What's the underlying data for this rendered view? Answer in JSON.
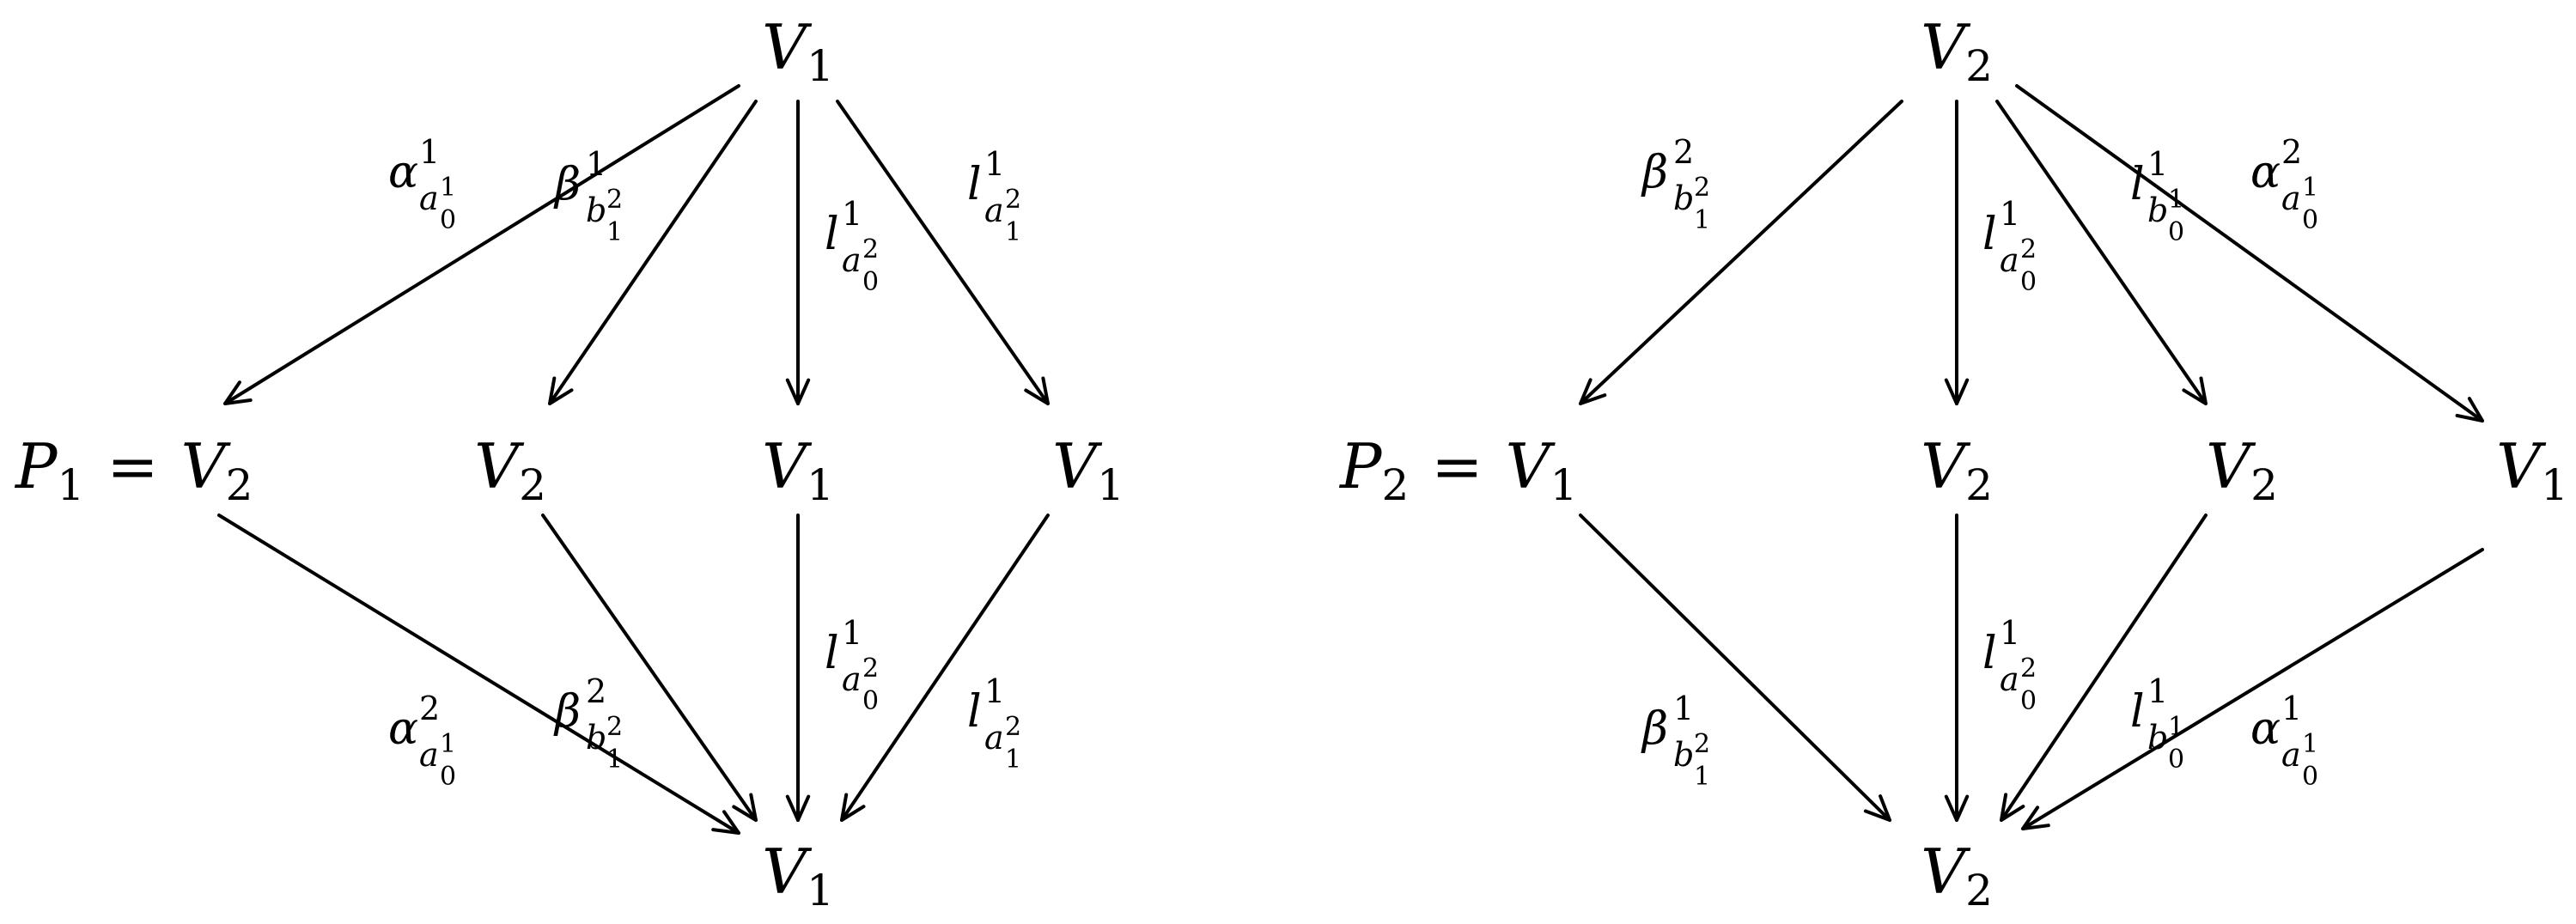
{
  "diagrams": [
    {
      "prefix": "P",
      "prefix_sub": "1",
      "top": {
        "letter": "V",
        "sub": "1"
      },
      "middle": [
        {
          "letter": "V",
          "sub": "2"
        },
        {
          "letter": "V",
          "sub": "2"
        },
        {
          "letter": "V",
          "sub": "1"
        },
        {
          "letter": "V",
          "sub": "1"
        }
      ],
      "bottom": {
        "letter": "V",
        "sub": "1"
      },
      "upper_labels": [
        {
          "base": "α",
          "sup": "1",
          "sub": "a",
          "subsup": "1",
          "subsub": "0"
        },
        {
          "base": "β",
          "sup": "1",
          "sub": "b",
          "subsup": "2",
          "subsub": "1"
        },
        {
          "base": "l",
          "sup": "1",
          "sub": "a",
          "subsup": "2",
          "subsub": "0"
        },
        {
          "base": "l",
          "sup": "1",
          "sub": "a",
          "subsup": "2",
          "subsub": "1"
        }
      ],
      "lower_labels": [
        {
          "base": "α",
          "sup": "2",
          "sub": "a",
          "subsup": "1",
          "subsub": "0"
        },
        {
          "base": "β",
          "sup": "2",
          "sub": "b",
          "subsup": "2",
          "subsub": "1"
        },
        {
          "base": "l",
          "sup": "1",
          "sub": "a",
          "subsup": "2",
          "subsub": "0"
        },
        {
          "base": "l",
          "sup": "1",
          "sub": "a",
          "subsup": "2",
          "subsub": "1"
        }
      ]
    },
    {
      "prefix": "P",
      "prefix_sub": "2",
      "top": {
        "letter": "V",
        "sub": "2"
      },
      "middle": [
        {
          "letter": "V",
          "sub": "1"
        },
        {
          "letter": "V",
          "sub": "2"
        },
        {
          "letter": "V",
          "sub": "2"
        },
        {
          "letter": "V",
          "sub": "1"
        }
      ],
      "bottom": {
        "letter": "V",
        "sub": "2"
      },
      "upper_labels": [
        {
          "base": "β",
          "sup": "2",
          "sub": "b",
          "subsup": "2",
          "subsub": "1"
        },
        {
          "base": "l",
          "sup": "1",
          "sub": "a",
          "subsup": "2",
          "subsub": "0"
        },
        {
          "base": "l",
          "sup": "1",
          "sub": "b",
          "subsup": "1",
          "subsub": "0"
        },
        {
          "base": "α",
          "sup": "2",
          "sub": "a",
          "subsup": "1",
          "subsub": "0"
        }
      ],
      "lower_labels": [
        {
          "base": "β",
          "sup": "1",
          "sub": "b",
          "subsup": "2",
          "subsub": "1"
        },
        {
          "base": "l",
          "sup": "1",
          "sub": "a",
          "subsup": "2",
          "subsub": "0"
        },
        {
          "base": "l",
          "sup": "1",
          "sub": "b",
          "subsup": "1",
          "subsub": "0"
        },
        {
          "base": "α",
          "sup": "1",
          "sub": "a",
          "subsup": "1",
          "subsub": "0"
        }
      ]
    }
  ]
}
